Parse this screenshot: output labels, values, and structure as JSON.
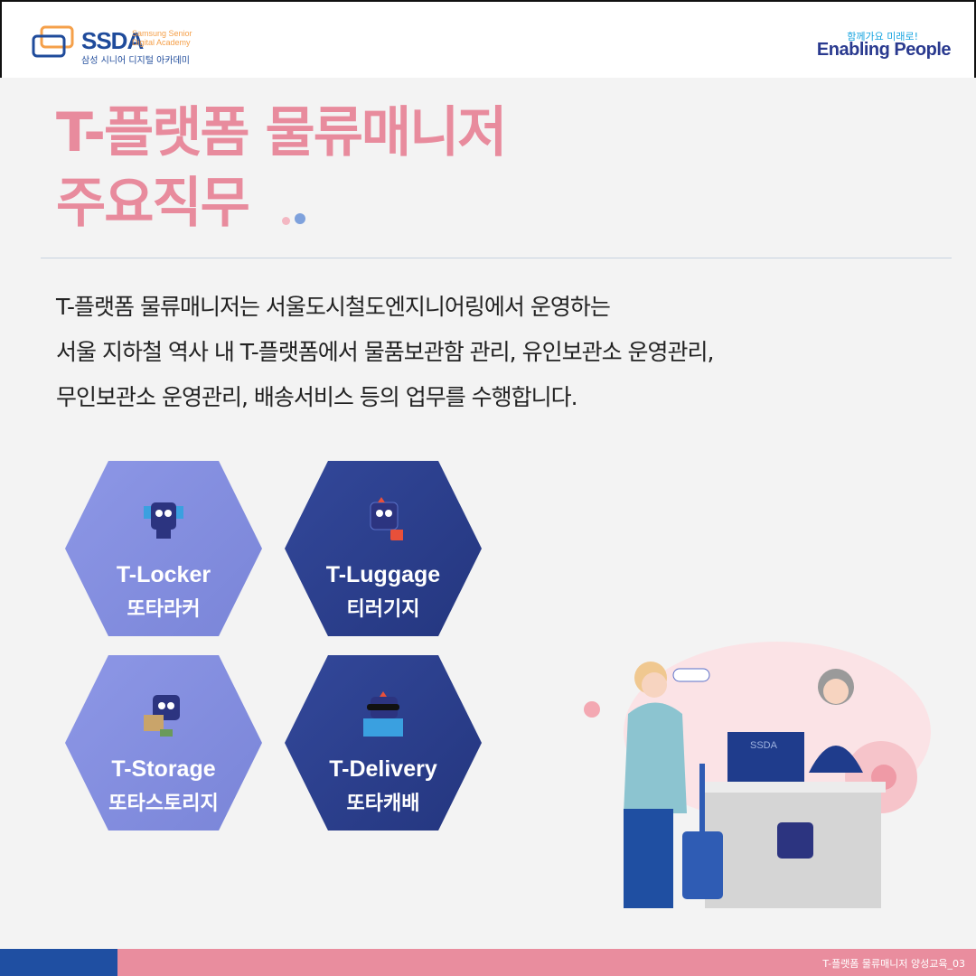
{
  "header": {
    "logo": {
      "name": "SSDA",
      "subtitle_line1": "Samsung Senior",
      "subtitle_line2": "Digital Academy",
      "korean": "삼성 시니어 디지털 아카데미"
    },
    "slogan": "함께가요 미래로!",
    "brand": "Enabling People"
  },
  "title": {
    "line1": "T-플랫폼 물류매니저",
    "line2": "주요직무"
  },
  "description": {
    "line1": "T-플랫폼 물류매니저는 서울도시철도엔지니어링에서 운영하는",
    "line2": "서울 지하철 역사 내 T-플랫폼에서 물품보관함 관리, 유인보관소 운영관리,",
    "line3": "무인보관소 운영관리, 배송서비스 등의 업무를 수행합니다."
  },
  "services": [
    {
      "en": "T-Locker",
      "kr": "또타라커"
    },
    {
      "en": "T-Luggage",
      "kr": "티러기지"
    },
    {
      "en": "T-Storage",
      "kr": "또타스토리지"
    },
    {
      "en": "T-Delivery",
      "kr": "또타캐배"
    }
  ],
  "illustration": {
    "monitor_label": "SSDA"
  },
  "footer": {
    "text": "T-플랫폼 물류매니저 양성교육_03"
  },
  "colors": {
    "title_pink": "#e88b9d",
    "navy": "#24367f",
    "light_purple": "#7a85d8",
    "footer_blue": "#1f4fa2"
  }
}
